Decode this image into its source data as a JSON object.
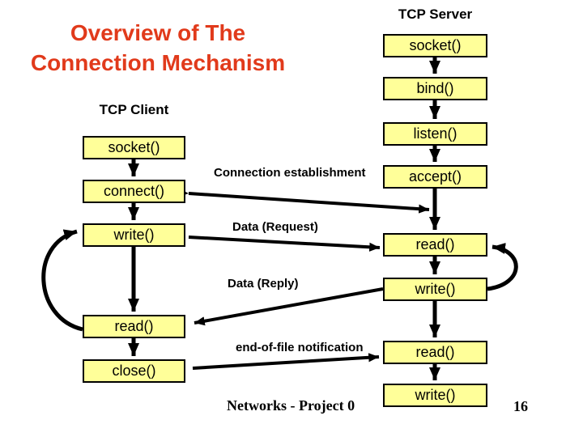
{
  "title": {
    "line1": "Overview of The",
    "line2": "Connection Mechanism"
  },
  "client": {
    "heading": "TCP Client",
    "boxes": [
      "socket()",
      "connect()",
      "write()",
      "read()",
      "close()"
    ]
  },
  "server": {
    "heading": "TCP Server",
    "boxes": [
      "socket()",
      "bind()",
      "listen()",
      "accept()",
      "read()",
      "write()",
      "read()",
      "write()"
    ]
  },
  "labels": {
    "connection_establishment": "Connection establishment",
    "data_request": "Data (Request)",
    "data_reply": "Data (Reply)",
    "eof_notification": "end-of-file notification"
  },
  "footer": {
    "course": "Networks - Project 0",
    "page": "16"
  },
  "colors": {
    "background": "#ffffff",
    "title": "#e13a1b",
    "box_fill": "#ffff99",
    "box_border": "#000000",
    "arrow": "#000000",
    "text": "#000000"
  }
}
